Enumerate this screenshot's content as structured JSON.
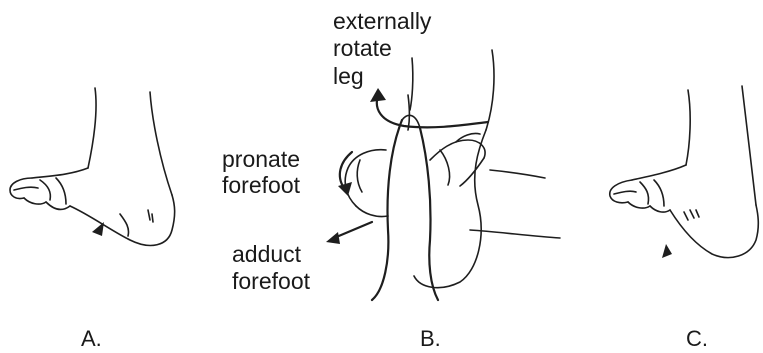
{
  "panels": {
    "a_label": "A.",
    "b_label": "B.",
    "c_label": "C."
  },
  "annotations": {
    "externally_rotate_leg": [
      "externally",
      "rotate",
      "leg"
    ],
    "pronate_forefoot": [
      "pronate",
      "forefoot"
    ],
    "adduct_forefoot": [
      "adduct",
      "forefoot"
    ]
  },
  "colors": {
    "ink": "#1e1e1e",
    "background": "#ffffff"
  }
}
